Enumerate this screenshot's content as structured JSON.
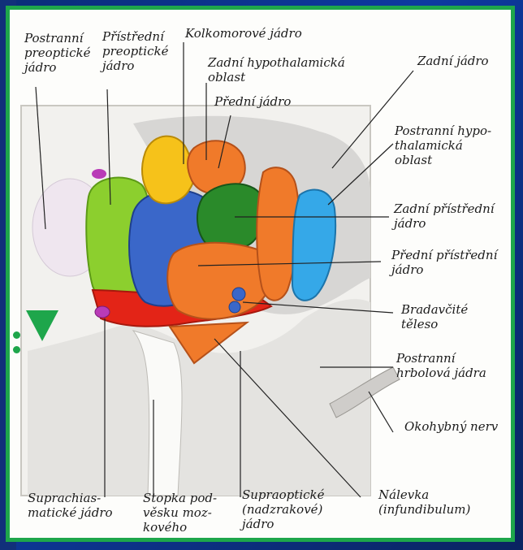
{
  "labels": {
    "postranni_preopticke": "Postranní\npreoptické\njádro",
    "pristredni_preopticke": "Přístřední\npreoptické\njádro",
    "kolkomorove": "Kolkomorové jádro",
    "zadni_hypothalamicka": "Zadní hypothalamická\noblast",
    "predni_jadro": "Přední jádro",
    "zadni_jadro": "Zadní jádro",
    "postranni_hypothalamicka": "Postranní hypo-\nthalamická\noblast",
    "zadni_pristredni": "Zadní přístřední\njádro",
    "predni_pristredni": "Přední přístřední\njádro",
    "bradavcite": "Bradavčité\ntěleso",
    "postranni_hrbolova": "Postranní\nhrbolová jádra",
    "okohybny": "Okohybný nerv",
    "suprachiasmaticke": "Suprachias-\nmatické jádro",
    "stopka": "Stopka pod-\nvěsku moz-\nkového",
    "supraopticke": "Supraoptické\n(nadzrakové)\njádro",
    "nalevka": "Nálevka\n(infundibulum)"
  },
  "colors": {
    "frame": "#1ea64b",
    "yellow": "#f6c21a",
    "green_light": "#8ccf2e",
    "green_dark": "#2a8a2a",
    "blue": "#3a67c9",
    "cyan": "#35a8e8",
    "orange": "#f07a2a",
    "red": "#e32417",
    "purple": "#b93bb7"
  }
}
